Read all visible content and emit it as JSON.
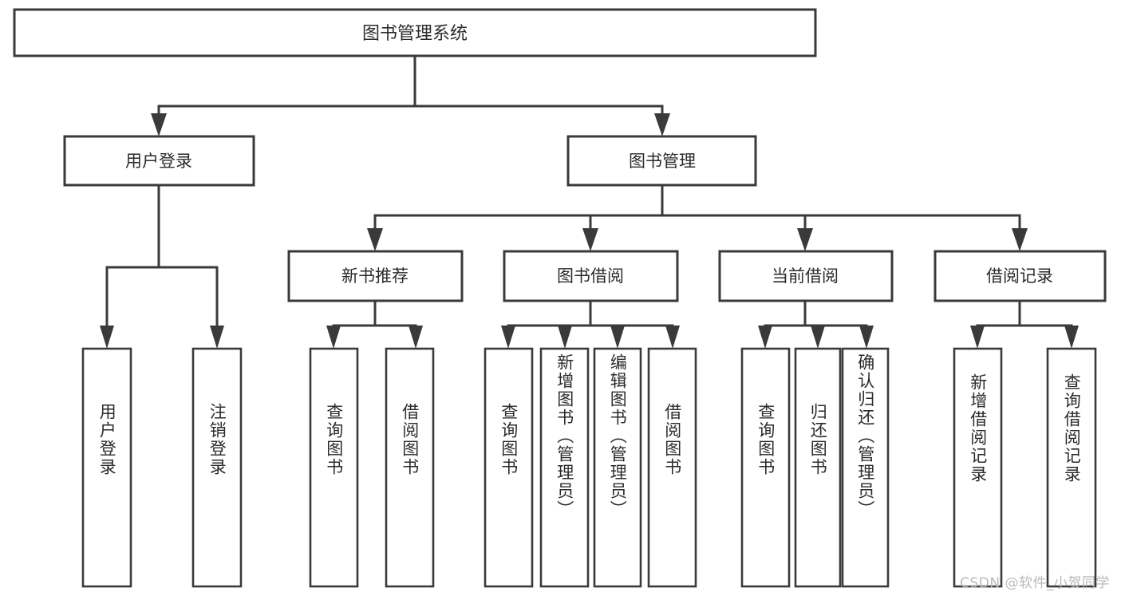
{
  "diagram": {
    "type": "tree-hierarchy-chart",
    "title": "图书管理系统",
    "watermark": "CSDN @软件_小贺同学",
    "colors": {
      "stroke": "#3a3a3a",
      "fill": "#ffffff",
      "text": "#2b2b2b",
      "watermark": "#b9b9b9",
      "background": "#ffffff"
    },
    "root": {
      "label": "图书管理系统",
      "orientation": "horizontal"
    },
    "level2": [
      {
        "label": "用户登录",
        "orientation": "horizontal"
      },
      {
        "label": "图书管理",
        "orientation": "horizontal"
      }
    ],
    "level3": [
      {
        "label": "新书推荐",
        "orientation": "horizontal",
        "parent": "图书管理"
      },
      {
        "label": "图书借阅",
        "orientation": "horizontal",
        "parent": "图书管理"
      },
      {
        "label": "当前借阅",
        "orientation": "horizontal",
        "parent": "图书管理"
      },
      {
        "label": "借阅记录",
        "orientation": "horizontal",
        "parent": "图书管理"
      }
    ],
    "leaves": {
      "用户登录": [
        {
          "label": "用户登录",
          "orientation": "vertical"
        },
        {
          "label": "注销登录",
          "orientation": "vertical"
        }
      ],
      "新书推荐": [
        {
          "label": "查询图书",
          "orientation": "vertical"
        },
        {
          "label": "借阅图书",
          "orientation": "vertical"
        }
      ],
      "图书借阅": [
        {
          "label": "查询图书",
          "orientation": "vertical"
        },
        {
          "label": "新增图书（管理员）",
          "orientation": "vertical"
        },
        {
          "label": "编辑图书（管理员）",
          "orientation": "vertical"
        },
        {
          "label": "借阅图书",
          "orientation": "vertical"
        }
      ],
      "当前借阅": [
        {
          "label": "查询图书",
          "orientation": "vertical"
        },
        {
          "label": "归还图书",
          "orientation": "vertical"
        },
        {
          "label": "确认归还（管理员）",
          "orientation": "vertical"
        }
      ],
      "借阅记录": [
        {
          "label": "新增借阅记录",
          "orientation": "vertical"
        },
        {
          "label": "查询借阅记录",
          "orientation": "vertical"
        }
      ]
    }
  }
}
